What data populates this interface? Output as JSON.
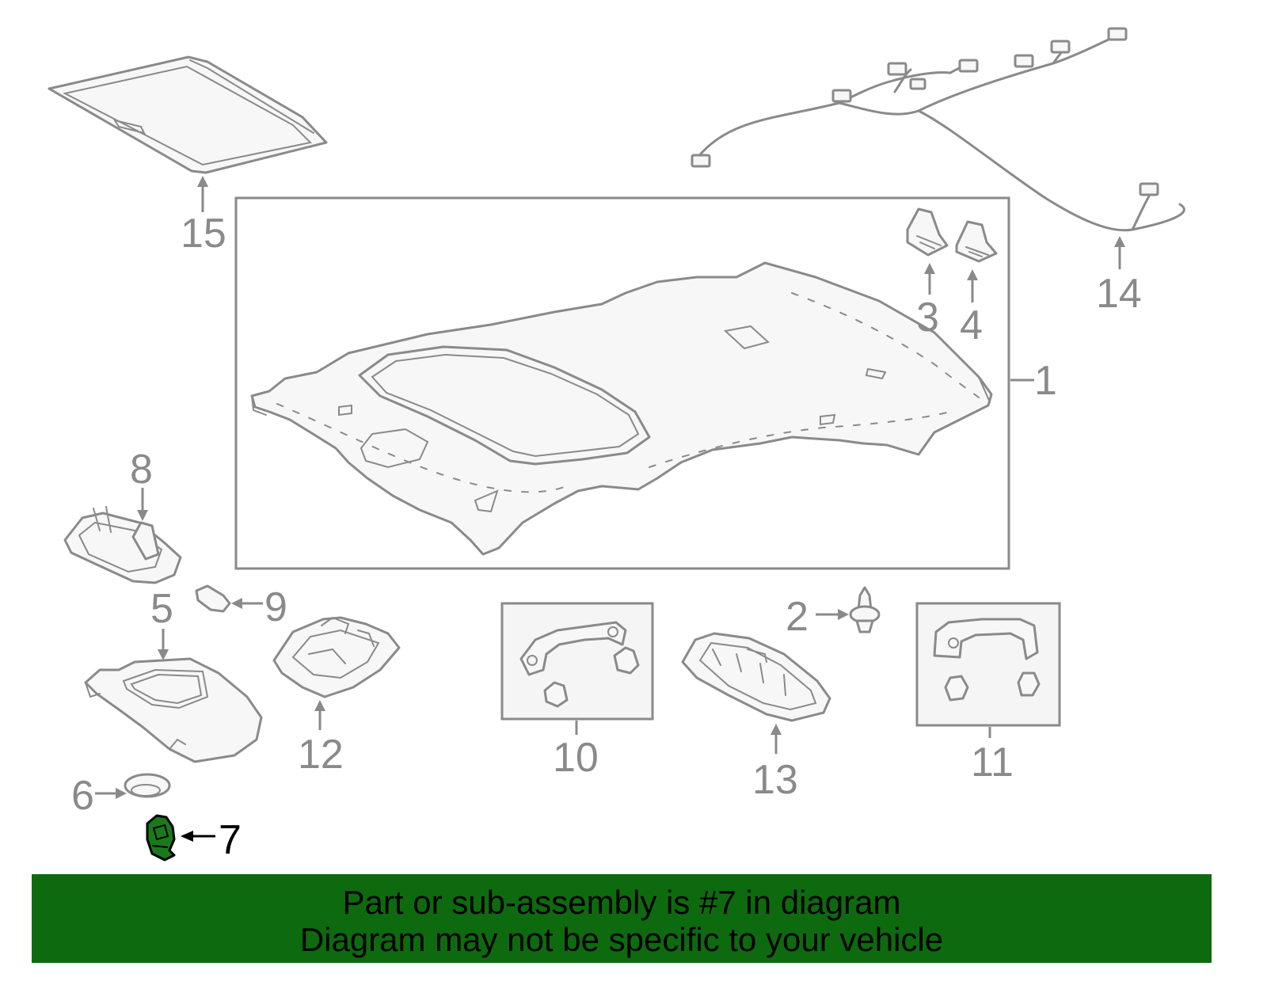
{
  "diagram": {
    "callouts": {
      "c1": "1",
      "c2": "2",
      "c3": "3",
      "c4": "4",
      "c5": "5",
      "c6": "6",
      "c7": "7",
      "c8": "8",
      "c9": "9",
      "c10": "10",
      "c11": "11",
      "c12": "12",
      "c13": "13",
      "c14": "14",
      "c15": "15"
    },
    "highlighted_part": "7",
    "colors": {
      "line_art": "#8a8a8a",
      "highlight_part": "#1a7a1a",
      "banner_background": "#0e6a0e",
      "banner_text": "#000000"
    }
  },
  "banner": {
    "line1": "Part or sub-assembly is #7 in diagram",
    "line2": "Diagram may not be specific to your vehicle"
  }
}
